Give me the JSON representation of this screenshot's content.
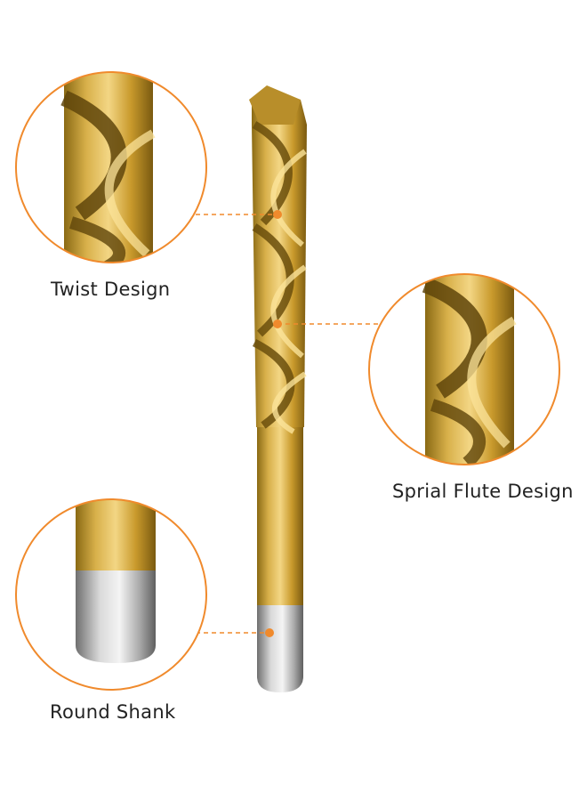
{
  "callouts": {
    "twist": {
      "label": "Twist Design"
    },
    "flute": {
      "label": "Sprial Flute Design"
    },
    "shank": {
      "label": "Round Shank"
    }
  },
  "colors": {
    "accent": "#f08a2c",
    "gold": "#c9a13a",
    "gold_dark": "#8a6a14",
    "gold_light": "#f0d27a",
    "steel": "#b8b8b8",
    "label_text": "#222222"
  },
  "icons": [
    "drill-bit-image",
    "twist-detail-image",
    "flute-detail-image",
    "shank-detail-image"
  ]
}
